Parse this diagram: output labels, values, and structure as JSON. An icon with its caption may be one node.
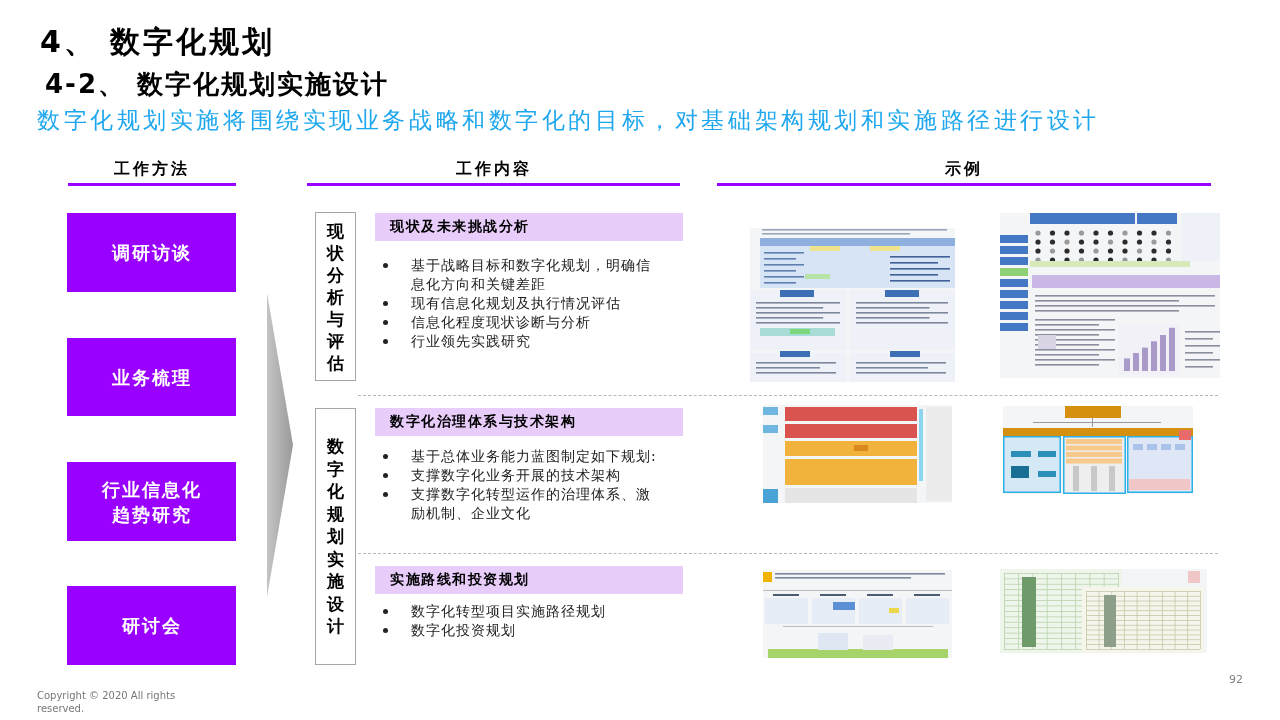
{
  "diagram": {
    "title": "4、 数字化规划",
    "nodes": [
      {
        "text": [
          "调研访谈"
        ]
      },
      {
        "text": [
          "业务梳理"
        ]
      },
      {
        "text": [
          "行业信息化趋势研究"
        ]
      },
      {
        "text": [
          "研讨会"
        ]
      },
      {
        "text": [
          "现状分析与评估"
        ]
      },
      {
        "text": [
          "数字化规划实施设计"
        ]
      },
      {
        "text": [
          "现状及未来挑战分析"
        ],
        "beside": [
          "基于战略目标和数字化规划，明确信息化方向和关键差距",
          "现有信息化规划及执行情况评估",
          "信息化程度现状诊断与分析",
          "行业领先实践研究"
        ]
      },
      {
        "text": [
          "数字化治理体系与技术架构"
        ],
        "beside": [
          "基于总体业务能力蓝图制定如下规划:",
          "支撑数字化业务开展的技术架构",
          "支撑数字化转型运作的治理体系、激励机制、企业文化"
        ]
      },
      {
        "text": [
          "实施路线和投资规划"
        ],
        "beside": [
          "数字化转型项目实施路径规划",
          "数字化投资规划"
        ]
      }
    ],
    "labels": [
      "4-2、 数字化规划实施设计",
      "数字化规划实施将围绕实现业务战略和数字化的目标，对基础架构规划和实施路径进行设计",
      "工作方法",
      "工作内容",
      "示例",
      "92",
      "Copyright © 2020 All rights reserved."
    ]
  }
}
